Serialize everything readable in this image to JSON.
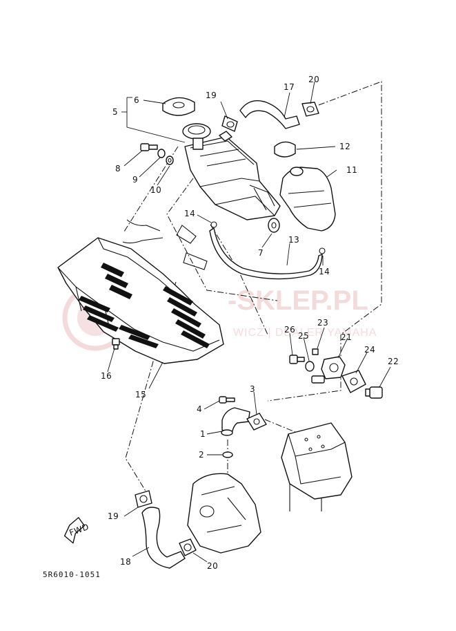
{
  "diagram": {
    "drawing_code": "5R6010-1051",
    "fwd_label": "FWD",
    "watermark": {
      "main": "-SKLEP.PL",
      "sub": "WICZ | DEALER YAMAHA"
    },
    "callouts": [
      {
        "id": "c1",
        "num": "1"
      },
      {
        "id": "c2",
        "num": "2"
      },
      {
        "id": "c3",
        "num": "3"
      },
      {
        "id": "c4",
        "num": "4"
      },
      {
        "id": "c5",
        "num": "5"
      },
      {
        "id": "c6",
        "num": "6"
      },
      {
        "id": "c7",
        "num": "7"
      },
      {
        "id": "c8",
        "num": "8"
      },
      {
        "id": "c9",
        "num": "9"
      },
      {
        "id": "c10",
        "num": "10"
      },
      {
        "id": "c11",
        "num": "11"
      },
      {
        "id": "c12",
        "num": "12"
      },
      {
        "id": "c13",
        "num": "13"
      },
      {
        "id": "c14a",
        "num": "14"
      },
      {
        "id": "c14b",
        "num": "14"
      },
      {
        "id": "c15",
        "num": "15"
      },
      {
        "id": "c16",
        "num": "16"
      },
      {
        "id": "c17",
        "num": "17"
      },
      {
        "id": "c18",
        "num": "18"
      },
      {
        "id": "c19a",
        "num": "19"
      },
      {
        "id": "c19b",
        "num": "19"
      },
      {
        "id": "c20a",
        "num": "20"
      },
      {
        "id": "c20b",
        "num": "20"
      },
      {
        "id": "c21",
        "num": "21"
      },
      {
        "id": "c22",
        "num": "22"
      },
      {
        "id": "c23",
        "num": "23"
      },
      {
        "id": "c24",
        "num": "24"
      },
      {
        "id": "c25",
        "num": "25"
      },
      {
        "id": "c26",
        "num": "26"
      }
    ]
  }
}
